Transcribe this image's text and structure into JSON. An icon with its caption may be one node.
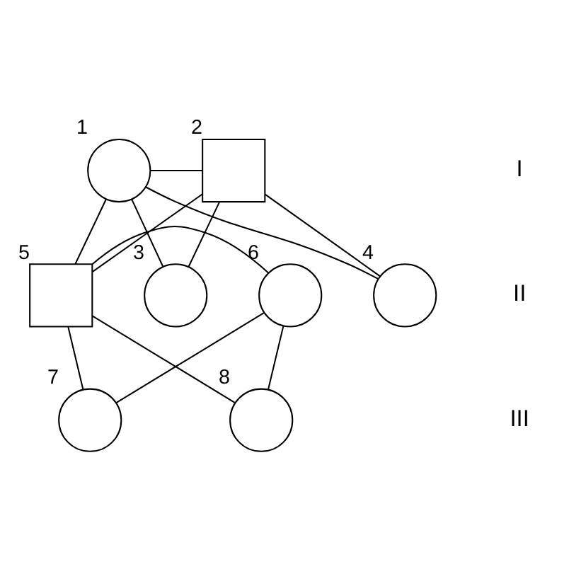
{
  "diagram": {
    "nodes": [
      {
        "text": [],
        "shape": "circle",
        "beside": [
          "1"
        ]
      },
      {
        "text": [],
        "shape": "box",
        "beside": [
          "2"
        ]
      },
      {
        "text": [],
        "shape": "circle",
        "beside": [
          "3"
        ]
      },
      {
        "text": [],
        "shape": "circle",
        "beside": [
          "4"
        ]
      },
      {
        "text": [],
        "shape": "box",
        "beside": [
          "5"
        ]
      },
      {
        "text": [],
        "shape": "circle",
        "beside": [
          "6"
        ]
      },
      {
        "text": [],
        "shape": "circle",
        "beside": [
          "7"
        ]
      },
      {
        "text": [],
        "shape": "circle",
        "beside": [
          "8"
        ]
      }
    ],
    "edges": [
      {
        "from": 0,
        "to": 1,
        "arrow": "none"
      },
      {
        "from": 0,
        "to": 2,
        "arrow": "none"
      },
      {
        "from": 0,
        "to": 3,
        "arrow": "none"
      },
      {
        "from": 0,
        "to": 4,
        "arrow": "none"
      },
      {
        "from": 1,
        "to": 2,
        "arrow": "none"
      },
      {
        "from": 1,
        "to": 3,
        "arrow": "none"
      },
      {
        "from": 1,
        "to": 4,
        "arrow": "none"
      },
      {
        "from": 4,
        "to": 5,
        "arrow": "none"
      },
      {
        "from": 4,
        "to": 6,
        "arrow": "none"
      },
      {
        "from": 4,
        "to": 7,
        "arrow": "none"
      },
      {
        "from": 5,
        "to": 6,
        "arrow": "none"
      },
      {
        "from": 5,
        "to": 7,
        "arrow": "none"
      }
    ],
    "labels": [
      "I",
      "II",
      "III"
    ]
  }
}
